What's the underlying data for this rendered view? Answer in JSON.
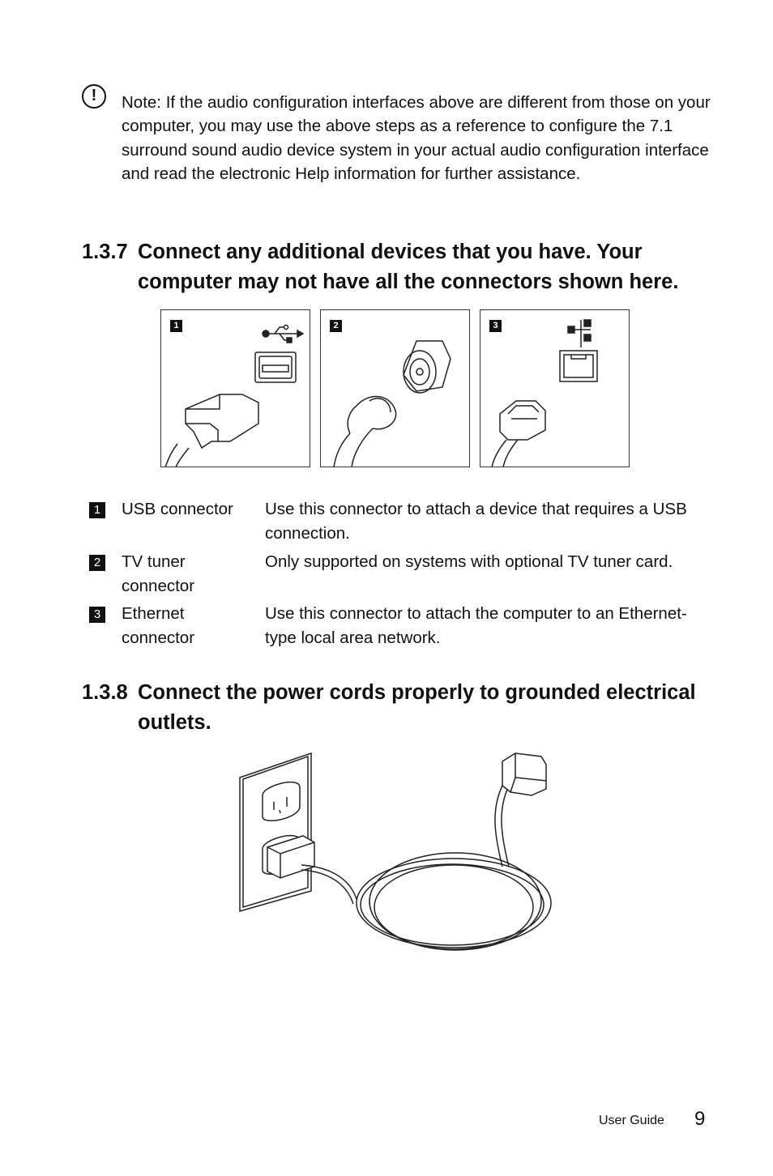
{
  "note": {
    "icon": "exclamation-icon",
    "label": "Note:",
    "text": " If the audio configuration interfaces above are different from those on your computer, you may use the above steps as a reference to configure the 7.1 surround sound audio device system in your actual audio configuration interface and read the electronic Help information for further assistance."
  },
  "section_137": {
    "number": "1.3.7",
    "title": "Connect any additional devices that you have. Your computer may not have all the connectors shown here."
  },
  "panels": [
    {
      "badge": "1",
      "icon": "usb-icon"
    },
    {
      "badge": "2",
      "icon": "tv-tuner-icon"
    },
    {
      "badge": "3",
      "icon": "ethernet-icon"
    }
  ],
  "connectors": [
    {
      "badge": "1",
      "name": "USB connector",
      "description": "Use this connector to attach a device that requires a USB connection."
    },
    {
      "badge": "2",
      "name": "TV tuner connector",
      "description": "Only supported on systems with optional TV tuner card."
    },
    {
      "badge": "3",
      "name": "Ethernet connector",
      "description": "Use this connector to attach the computer to an Ethernet-type local area network."
    }
  ],
  "section_138": {
    "number": "1.3.8",
    "title": "Connect the power cords properly to grounded electrical outlets."
  },
  "footer": {
    "label": "User Guide",
    "page_number": "9"
  }
}
